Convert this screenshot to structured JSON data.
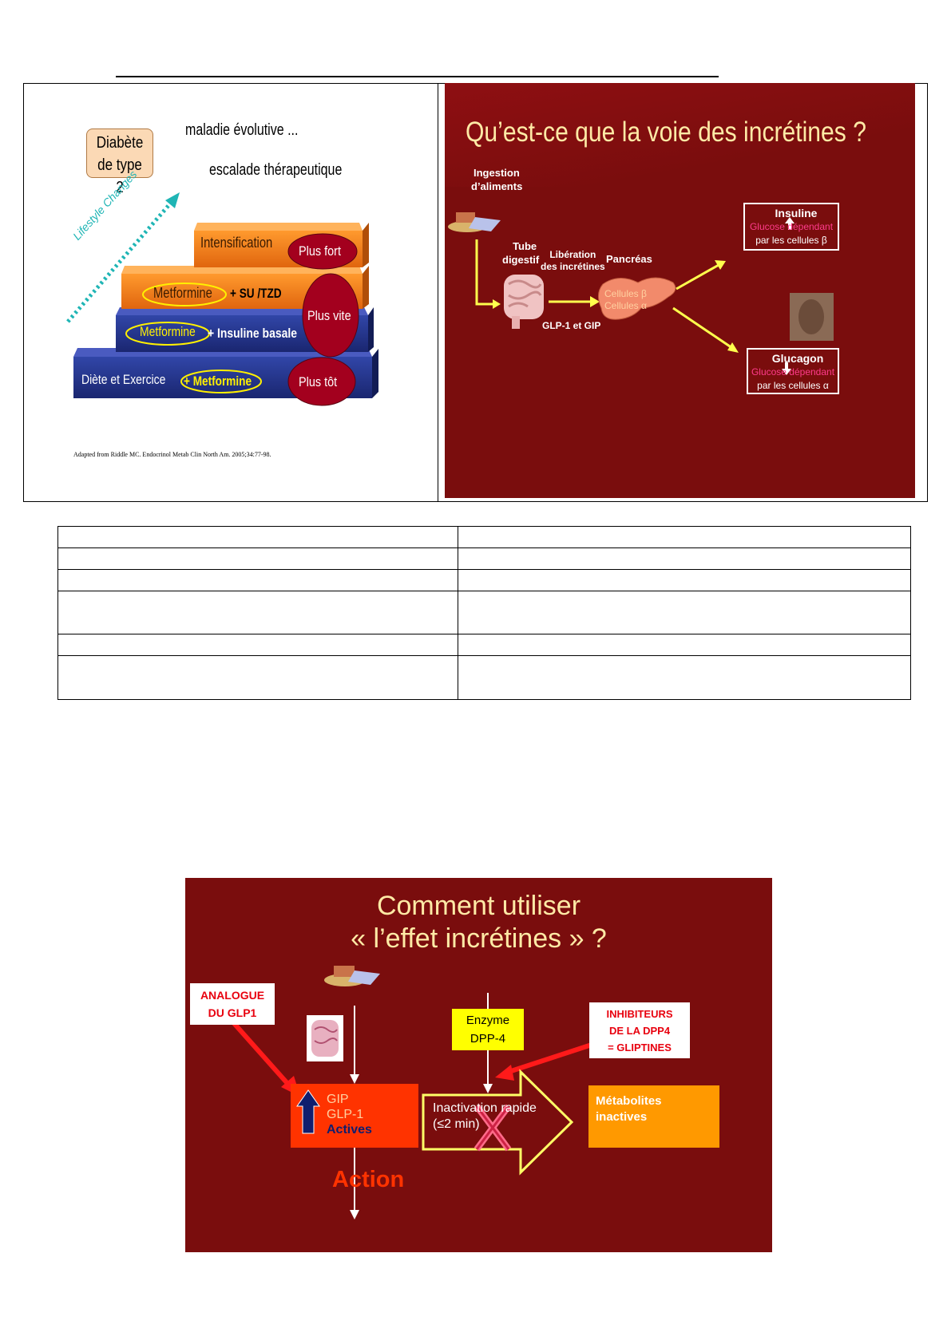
{
  "pyramid": {
    "badge_line1": "Diabète",
    "badge_line2": "de type 2",
    "heading1": "maladie évolutive ...",
    "heading2": "escalade thérapeutique",
    "lifestyle": "Lifestyle Changes",
    "step4": "Intensification",
    "step3_pill": "Metformine",
    "step3_rest": "+ SU /TZD",
    "step2_pill": "Metformine",
    "step2_rest": "+ Insuline basale",
    "step1_text": "Diète et Exercice",
    "step1_pill": "+ Metformine",
    "oval_fort": "Plus fort",
    "oval_vite": "Plus vite",
    "oval_tot": "Plus tôt",
    "reference": "Adapted from Riddle MC. Endocrinol Metab Clin North Am. 2005;34:77-98."
  },
  "incretin_slide": {
    "title": "Qu’est-ce que la voie des incrétines ?",
    "ingestion1": "Ingestion",
    "ingestion2": "d’aliments",
    "tube1": "Tube",
    "tube2": "digestif",
    "liberation1": "Libération",
    "liberation2": "des incrétines",
    "glp_gip": "GLP-1 et GIP",
    "pancreas": "Pancréas",
    "cell_beta": "Cellules β",
    "cell_alpha": "Cellules α",
    "insulin_title": "Insuline",
    "insulin_sub": "Glucose dépendant",
    "insulin_cells": "par les cellules β",
    "glucagon_title": "Glucagon",
    "glucagon_sub": "Glucose dépendant",
    "glucagon_cells": "par les cellules α"
  },
  "usage_slide": {
    "title_line1": "Comment utiliser",
    "title_line2": "« l’effet incrétines » ?",
    "analogue1": "ANALOGUE",
    "analogue2": "DU GLP1",
    "enzyme1": "Enzyme",
    "enzyme2": "DPP-4",
    "inhib1": "INHIBITEURS",
    "inhib2": "DE LA DPP4",
    "inhib3": "= GLIPTINES",
    "gip": "GIP",
    "glp1": "GLP-1",
    "actives": "Actives",
    "inactivation1": "Inactivation rapide",
    "inactivation2": "(≤2 min)",
    "metabolites1": "Métabolites",
    "metabolites2": "inactives",
    "action": "Action"
  },
  "colors": {
    "slide_red": "#7a0d0d",
    "title_yellow": "#ffeaa6",
    "arrow_yellow": "#ffff4d",
    "step_orange": "#f07a17",
    "step_navy": "#1f2f86"
  }
}
